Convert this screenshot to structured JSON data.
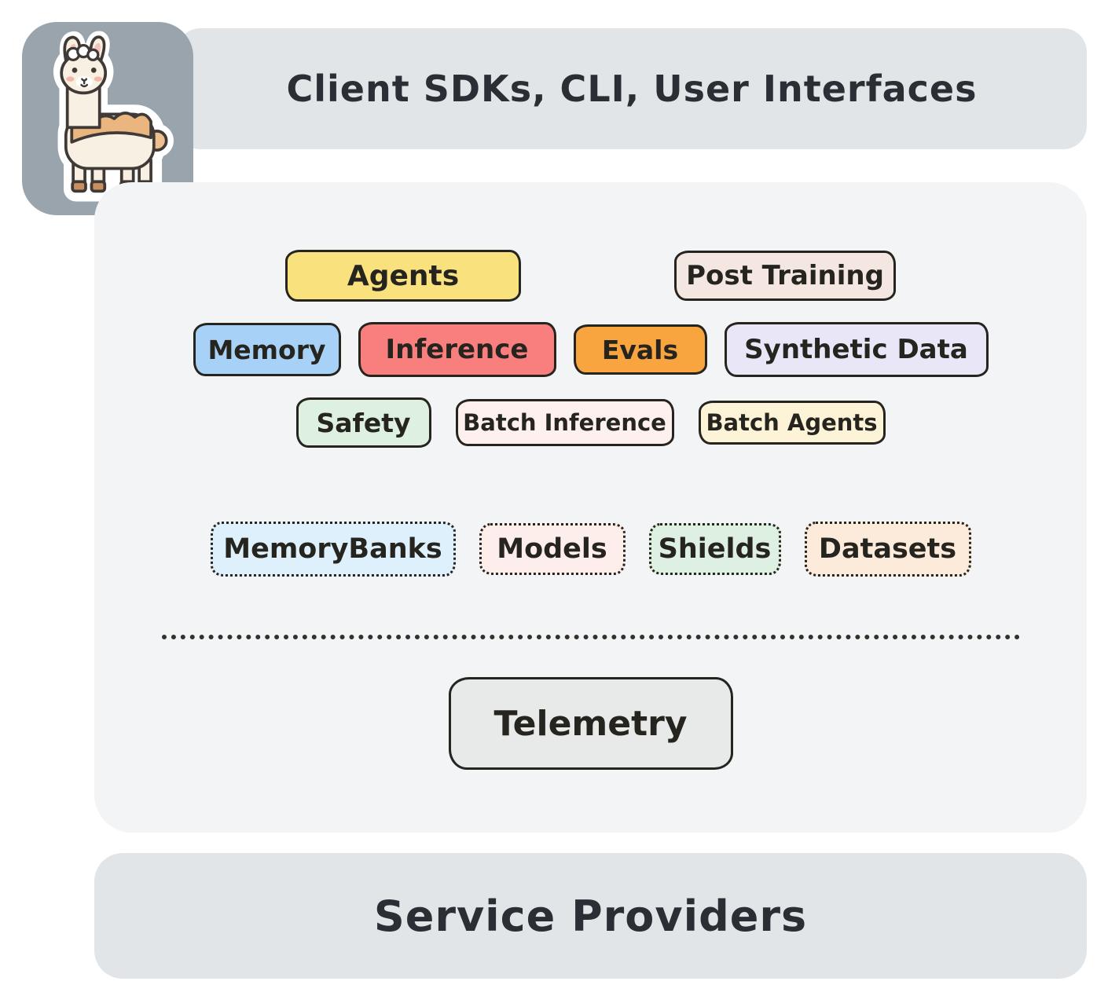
{
  "header": {
    "title": "Client SDKs, CLI, User Interfaces"
  },
  "logo": {
    "icon": "llama-mascot"
  },
  "panel": {
    "rows": [
      {
        "boxes": [
          {
            "label": "Agents",
            "fill": "#f9e17e"
          },
          {
            "label": "Post Training",
            "fill": "#f4e7e1"
          }
        ]
      },
      {
        "boxes": [
          {
            "label": "Memory",
            "fill": "#a7d1f6"
          },
          {
            "label": "Inference",
            "fill": "#f97f7f"
          },
          {
            "label": "Evals",
            "fill": "#f8a43f"
          },
          {
            "label": "Synthetic Data",
            "fill": "#e9e7f7"
          }
        ]
      },
      {
        "boxes": [
          {
            "label": "Safety",
            "fill": "#def0df"
          },
          {
            "label": "Batch Inference",
            "fill": "#fdf0ee"
          },
          {
            "label": "Batch Agents",
            "fill": "#fdf4d7"
          }
        ]
      },
      {
        "boxes": [
          {
            "label": "MemoryBanks",
            "fill": "#def0fb",
            "border": "dotted"
          },
          {
            "label": "Models",
            "fill": "#fdeeec",
            "border": "dotted"
          },
          {
            "label": "Shields",
            "fill": "#def0e2",
            "border": "dotted"
          },
          {
            "label": "Datasets",
            "fill": "#fcebdb",
            "border": "dotted"
          }
        ]
      }
    ],
    "telemetry": {
      "label": "Telemetry",
      "fill": "#e8eaea"
    }
  },
  "footer": {
    "title": "Service Providers"
  },
  "colors": {
    "banner_bg": "#e2e5e8",
    "panel_bg": "#f3f4f6",
    "badge_bg": "#9aa4ad",
    "outline": "#26241f"
  }
}
